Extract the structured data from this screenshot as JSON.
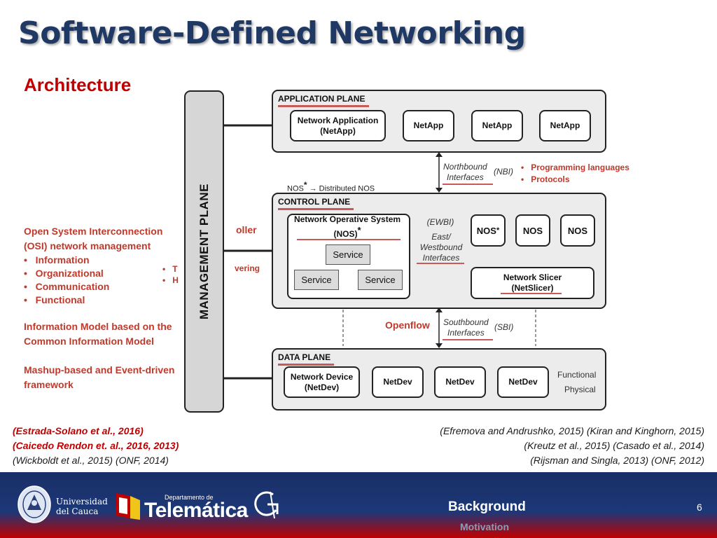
{
  "slide": {
    "title": "Software-Defined Networking",
    "subtitle": "Architecture",
    "page_number": "6"
  },
  "left_text": {
    "osi_title_1": "Open System Interconnection",
    "osi_title_2": "(OSI) network management",
    "osi_items": [
      "Information",
      "Organizational",
      "Communication",
      "Functional"
    ],
    "info_model_1": "Information Model based on the",
    "info_model_2": "Common Information Model",
    "mashup_1": "Mashup-based and Event-driven",
    "mashup_2": "framework",
    "hidden_bullets": [
      "T",
      "H"
    ],
    "hidden_frag_1": "oller",
    "hidden_frag_2": "vering"
  },
  "diagram": {
    "management_plane": "MANAGEMENT PLANE",
    "application_plane": {
      "label": "APPLICATION PLANE",
      "network_application_1": "Network Application",
      "network_application_2": "(NetApp)",
      "netapps": [
        "NetApp",
        "NetApp",
        "NetApp"
      ]
    },
    "northbound": {
      "label_1": "Northbound",
      "label_2": "Interfaces",
      "abbr": "(NBI)",
      "bullets": [
        "Programming languages",
        "Protocols"
      ]
    },
    "nos_note": "NOS",
    "nos_note_star": "*",
    "nos_note_rest": " → Distributed NOS",
    "control_plane": {
      "label": "CONTROL PLANE",
      "nos_title_1": "Network Operative System",
      "nos_title_2": "(NOS)",
      "nos_star": "*",
      "services": [
        "Service",
        "Service",
        "Service"
      ],
      "ewbi": "(EWBI)",
      "ew_1": "East/",
      "ew_2": "Westbound",
      "ew_3": "Interfaces",
      "nos_boxes": [
        "NOS",
        "NOS",
        "NOS"
      ],
      "nos_box_star": "*",
      "slicer_1": "Network Slicer",
      "slicer_2": "(NetSlicer)"
    },
    "openflow": "Openflow",
    "southbound": {
      "label_1": "Southbound",
      "label_2": "Interfaces",
      "abbr": "(SBI)"
    },
    "data_plane": {
      "label": "DATA PLANE",
      "network_device_1": "Network Device",
      "network_device_2": "(NetDev)",
      "netdevs": [
        "NetDev",
        "NetDev",
        "NetDev"
      ],
      "functional": "Functional",
      "physical": "Physical"
    }
  },
  "references": {
    "left": [
      "(Estrada-Solano et al., 2016)",
      "(Caicedo Rendon et. al., 2016, 2013)",
      "(Wickboldt et al., 2015) (ONF, 2014)"
    ],
    "right": [
      "(Efremova and Andrushko, 2015) (Kiran and Kinghorn, 2015)",
      "(Kreutz et al., 2015) (Casado et al., 2014)",
      "(Rijsman and Singla, 2013) (ONF, 2012)"
    ]
  },
  "footer": {
    "university_1": "Universidad",
    "university_2": "del Cauca",
    "dept_small": "Departamento de",
    "dept_big": "Telemática",
    "section": "Background",
    "subsection": "Motivation"
  },
  "colors": {
    "title": "#1f3864",
    "accent_red": "#c00000",
    "text_red": "#c0392b",
    "footer_blue": "#1a2f66"
  }
}
